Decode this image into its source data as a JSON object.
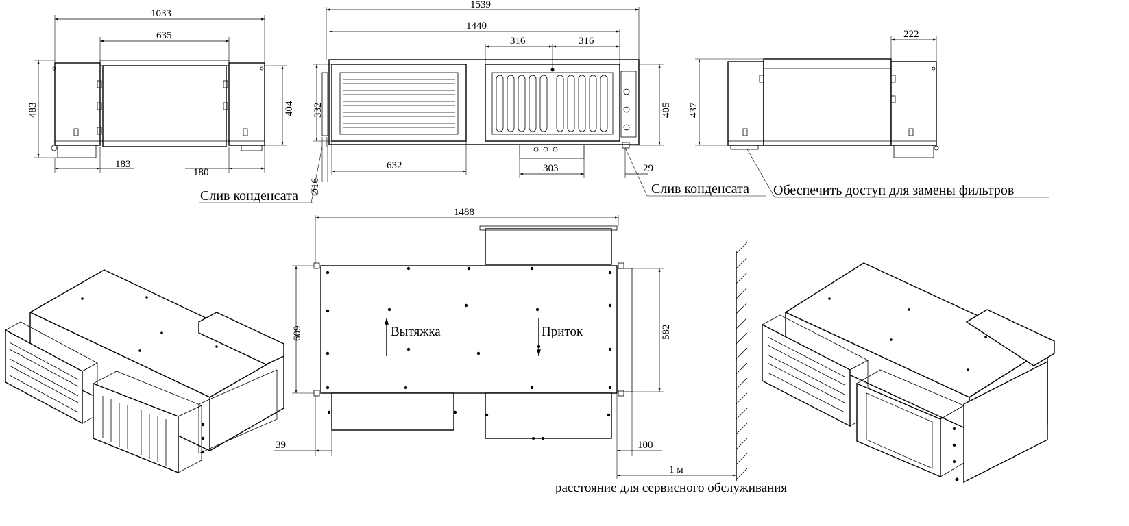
{
  "dimensions": {
    "front": {
      "overall_width": "1033",
      "center_width": "635",
      "height_left": "483",
      "height_right": "404",
      "bottom_left": "183",
      "bottom_right": "180"
    },
    "side": {
      "overall_width": "1539",
      "body_width": "1440",
      "spacing_left": "316",
      "spacing_right": "316",
      "height_left": "332",
      "height_right": "405",
      "drain_diameter": "Ø16",
      "bottom_left": "632",
      "bottom_center": "303",
      "bottom_right": "29"
    },
    "rear": {
      "width": "222",
      "height": "437"
    },
    "top": {
      "width": "1488",
      "height_left": "609",
      "height_right": "582",
      "offset_left": "39",
      "offset_right": "100",
      "service_distance": "1 м"
    }
  },
  "labels": {
    "drain_left": "Слив конденсата",
    "drain_right": "Слив конденсата",
    "filter_access": "Обеспечить доступ для замены фильтров",
    "exhaust": "Вытяжка",
    "supply": "Приток",
    "service_note": "расстояние для сервисного обслуживания"
  }
}
